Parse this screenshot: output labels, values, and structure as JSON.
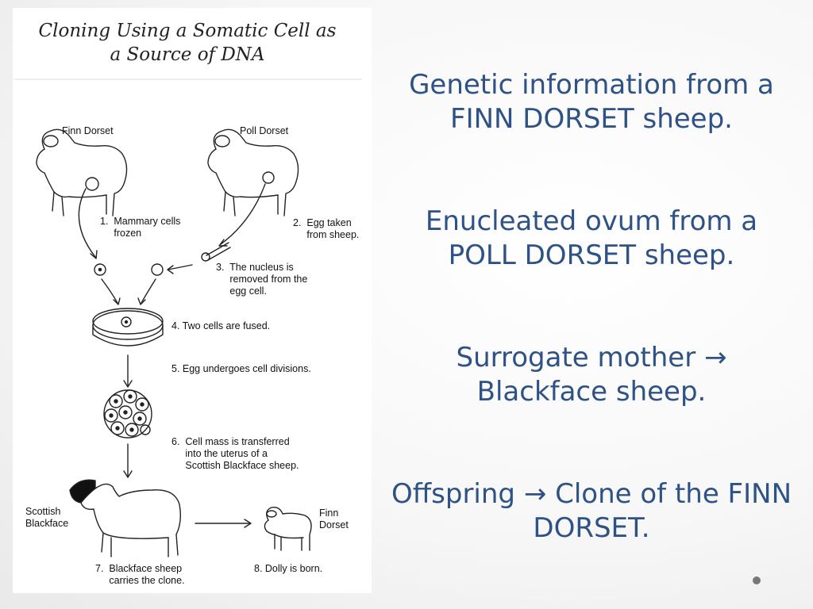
{
  "diagram": {
    "title_line1": "Cloning Using a Somatic Cell as",
    "title_line2": "a Source of DNA",
    "labels": {
      "finn_dorset_top": "Finn Dorset",
      "poll_dorset_top": "Poll Dorset",
      "step1": "1.  Mammary cells\n     frozen",
      "step2": "2.  Egg taken\n     from sheep.",
      "step3": "3.  The nucleus is\n     removed from the\n     egg cell.",
      "step4": "4. Two cells are fused.",
      "step5": "5. Egg undergoes cell divisions.",
      "step6": "6.  Cell mass is transferred\n     into the uterus of a\n     Scottish Blackface sheep.",
      "scottish_blackface": "Scottish\nBlackface",
      "finn_dorset_bottom": "Finn\nDorset",
      "step7": "7.  Blackface sheep\n     carries the clone.",
      "step8": "8. Dolly is born."
    }
  },
  "bullets": [
    "Genetic information from a FINN DORSET sheep.",
    "Enucleated ovum from a POLL DORSET sheep.",
    "Surrogate mother → Blackface sheep.",
    "Offspring → Clone of the FINN DORSET."
  ],
  "colors": {
    "bullet_text": "#2e5286"
  }
}
